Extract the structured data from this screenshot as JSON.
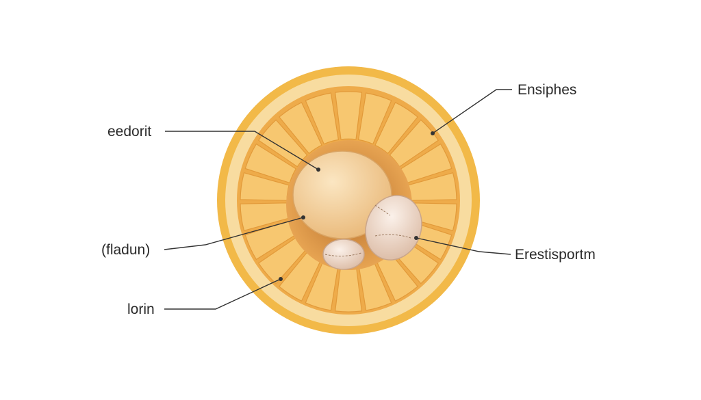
{
  "diagram": {
    "labels": [
      {
        "id": "eedorit",
        "text": "eedorit"
      },
      {
        "id": "fladun",
        "text": "(fladun)"
      },
      {
        "id": "lorin",
        "text": "lorin"
      },
      {
        "id": "ensiphes",
        "text": "Ensiphes"
      },
      {
        "id": "erestisportm",
        "text": "Erestisportm"
      }
    ],
    "colors": {
      "outer": "#f3c058",
      "band": "#f8dca0",
      "segment": "#f6c46c",
      "segment_edge": "#e29a3a",
      "cavity": "#c9843e",
      "egg": "#f3d3a0",
      "small_egg": "#f1ddd0",
      "line": "#333333"
    }
  }
}
